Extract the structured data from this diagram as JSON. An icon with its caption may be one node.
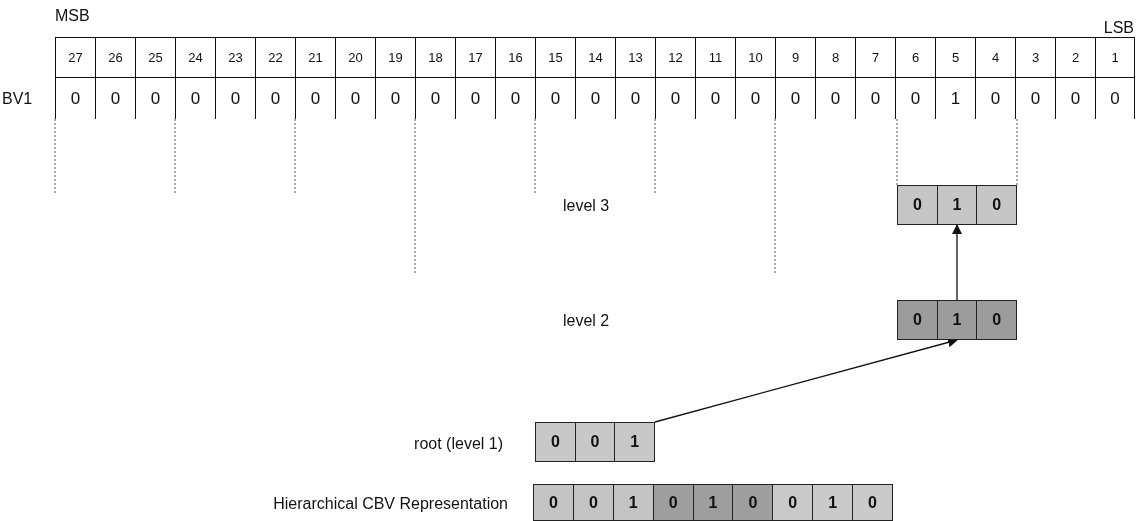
{
  "diagram": {
    "nodes": [
      {
        "text": [],
        "shape": "box"
      },
      {
        "text": [
          "0"
        ],
        "in": 0
      },
      {
        "text": [
          "1"
        ],
        "in": 0
      },
      {
        "text": [
          "0"
        ],
        "in": 0
      },
      {
        "text": [],
        "shape": "box"
      },
      {
        "text": [
          "0"
        ],
        "in": 4
      },
      {
        "text": [
          "1"
        ],
        "in": 4
      },
      {
        "text": [
          "0"
        ],
        "in": 4
      },
      {
        "text": [],
        "shape": "box",
        "beside": [
          "root (level 1)"
        ]
      },
      {
        "text": [
          "0"
        ],
        "in": 8
      },
      {
        "text": [
          "0"
        ],
        "in": 8
      },
      {
        "text": [
          "1"
        ],
        "in": 8
      },
      {
        "text": [],
        "shape": "box",
        "beside": [
          "Hierarchical CBV Representation"
        ]
      },
      {
        "text": [
          "0"
        ],
        "in": 12
      },
      {
        "text": [
          "0"
        ],
        "in": 12
      },
      {
        "text": [
          "1"
        ],
        "in": 12
      },
      {
        "text": [
          "0"
        ],
        "in": 12
      },
      {
        "text": [
          "1"
        ],
        "in": 12
      },
      {
        "text": [
          "0"
        ],
        "in": 12
      },
      {
        "text": [
          "0"
        ],
        "in": 12
      },
      {
        "text": [
          "1"
        ],
        "in": 12
      },
      {
        "text": [
          "0"
        ],
        "in": 12
      }
    ],
    "edges": [
      {
        "from": 6,
        "to": 2,
        "arrow": "to"
      },
      {
        "from": 8,
        "to": 6,
        "arrow": "to"
      }
    ],
    "labels": [
      "MSB",
      "LSB",
      "27",
      "26",
      "25",
      "24",
      "23",
      "22",
      "21",
      "20",
      "19",
      "18",
      "17",
      "16",
      "15",
      "14",
      "13",
      "12",
      "11",
      "10",
      "9",
      "8",
      "7",
      "6",
      "5",
      "4",
      "3",
      "2",
      "1",
      "BV1",
      "0",
      "0",
      "0",
      "0",
      "0",
      "0",
      "0",
      "0",
      "0",
      "0",
      "0",
      "0",
      "0",
      "0",
      "0",
      "0",
      "0",
      "0",
      "0",
      "0",
      "0",
      "0",
      "1",
      "0",
      "0",
      "0",
      "0",
      "level 3",
      "level 2"
    ]
  }
}
